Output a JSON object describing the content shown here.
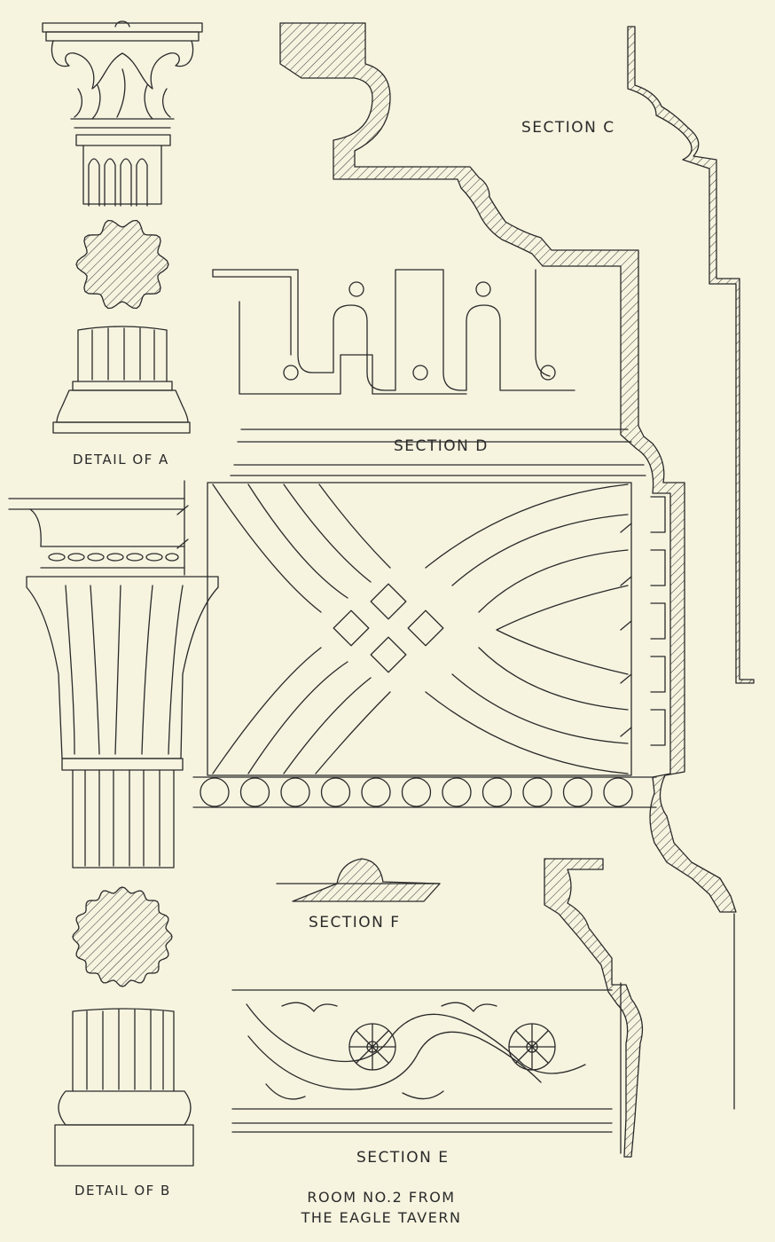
{
  "labels": {
    "section_c": "SECTION C",
    "section_d": "SECTION D",
    "section_e": "SECTION E",
    "section_f": "SECTION F",
    "detail_a": "DETAIL OF A",
    "detail_b": "DETAIL OF B"
  },
  "caption": {
    "line1": "ROOM NO.2 FROM",
    "line2": "THE EAGLE TAVERN"
  },
  "colors": {
    "paper": "#f6f3df",
    "ink": "#2a2a2a"
  }
}
